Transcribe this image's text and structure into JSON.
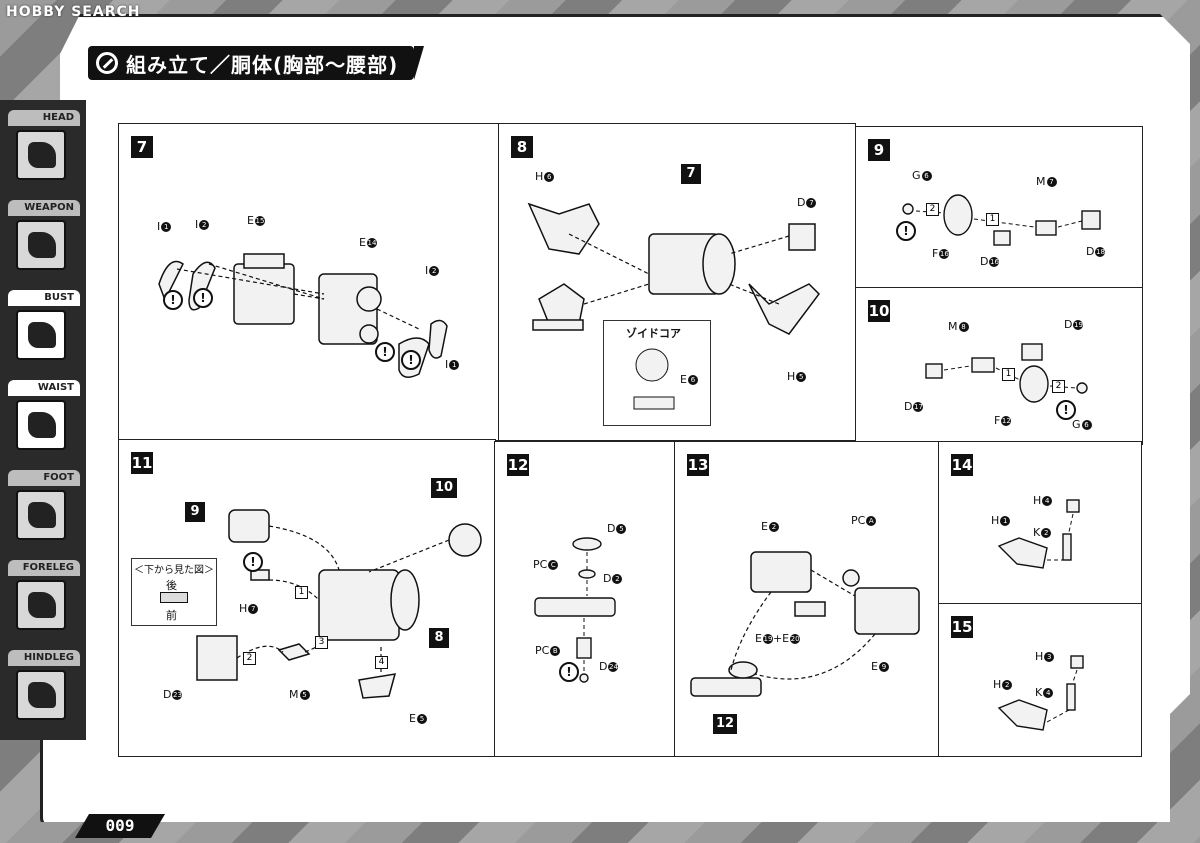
{
  "watermark": "HOBBY SEARCH",
  "title": "組み立て／胴体(胸部～腰部)",
  "page_number": "009",
  "sidebar": [
    {
      "label": "HEAD",
      "active": false
    },
    {
      "label": "WEAPON",
      "active": false
    },
    {
      "label": "BUST",
      "active": true
    },
    {
      "label": "WAIST",
      "active": true
    },
    {
      "label": "FOOT",
      "active": false
    },
    {
      "label": "FORELEG",
      "active": false
    },
    {
      "label": "HINDLEG",
      "active": false
    }
  ],
  "steps": {
    "s7": {
      "num": "7",
      "parts": {
        "i1a": "I",
        "i2a": "I",
        "e15": "E",
        "e14": "E",
        "i2b": "I",
        "i1b": "I"
      },
      "codes": {
        "i1a": "1",
        "i2a": "2",
        "e15": "15",
        "e14": "14",
        "i2b": "2",
        "i1b": "1"
      }
    },
    "s8": {
      "num": "8",
      "ref": "7",
      "parts": {
        "h6": "H",
        "d7": "D",
        "h5": "H",
        "e6": "E"
      },
      "codes": {
        "h6": "6",
        "d7": "7",
        "h5": "5",
        "e6": "6"
      },
      "inset_title": "ゾイドコア"
    },
    "s9": {
      "num": "9",
      "parts": {
        "g6": "G",
        "m7": "M",
        "f16": "F",
        "d16": "D",
        "d18": "D"
      },
      "codes": {
        "g6": "6",
        "m7": "7",
        "f16": "16",
        "d16": "16",
        "d18": "18"
      },
      "box1": "1",
      "box2": "2"
    },
    "s10": {
      "num": "10",
      "parts": {
        "m8": "M",
        "d19": "D",
        "d17": "D",
        "f12": "F",
        "g6": "G"
      },
      "codes": {
        "m8": "8",
        "d19": "19",
        "d17": "17",
        "f12": "12",
        "g6": "6"
      },
      "box1": "1",
      "box2": "2"
    },
    "s11": {
      "num": "11",
      "ref9": "9",
      "ref10": "10",
      "ref8": "8",
      "view_title": "＜下から見た図＞",
      "view_back": "後",
      "view_front": "前",
      "parts": {
        "h7": "H",
        "d23": "D",
        "m5": "M",
        "e5": "E"
      },
      "codes": {
        "h7": "7",
        "d23": "23",
        "m5": "5",
        "e5": "5"
      },
      "box1": "1",
      "box2": "2",
      "box3": "3",
      "box4": "4"
    },
    "s12": {
      "num": "12",
      "parts": {
        "d5": "D",
        "pcc": "PC",
        "d2": "D",
        "pcb": "PC",
        "d24": "D"
      },
      "codes": {
        "d5": "5",
        "pcc": "C",
        "d2": "2",
        "pcb": "B",
        "d24": "24"
      }
    },
    "s13": {
      "num": "13",
      "ref12": "12",
      "parts": {
        "e2": "E",
        "pca": "PC",
        "e19": "E",
        "plus": "+",
        "e20": "E",
        "e9": "E"
      },
      "codes": {
        "e2": "2",
        "pca": "A",
        "e19": "19",
        "e20": "20",
        "e9": "9"
      }
    },
    "s14": {
      "num": "14",
      "parts": {
        "h4": "H",
        "h1": "H",
        "k2": "K"
      },
      "codes": {
        "h4": "4",
        "h1": "1",
        "k2": "2"
      }
    },
    "s15": {
      "num": "15",
      "parts": {
        "h3": "H",
        "h2": "H",
        "k4": "K"
      },
      "codes": {
        "h3": "3",
        "h2": "2",
        "k4": "4"
      }
    }
  },
  "warning_mark": "!"
}
